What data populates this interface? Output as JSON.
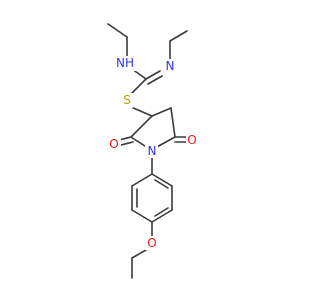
{
  "molecule": {
    "colors": {
      "bond": "#3a3a3a",
      "nitrogen": "#3333ee",
      "oxygen": "#ee1a1a",
      "sulfur": "#b8a000",
      "background": "#ffffff"
    },
    "atom_labels": {
      "amine_nh": "NH",
      "imine_n": "N",
      "sulfur": "S",
      "imide_n": "N",
      "carbonyl_o_left": "O",
      "carbonyl_o_right": "O",
      "ether_o": "O"
    }
  }
}
